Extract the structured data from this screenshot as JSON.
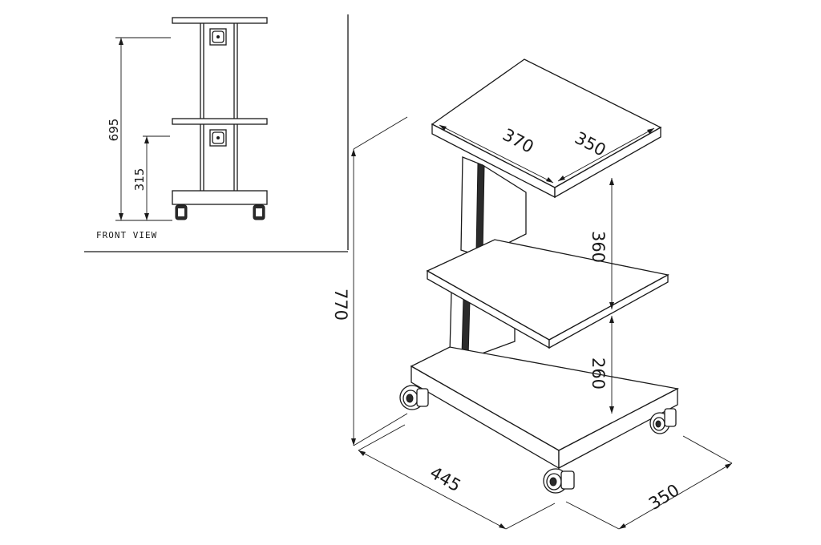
{
  "front_view": {
    "label": "FRONT VIEW",
    "dim_upper_shelf": "695",
    "dim_lower_shelf": "315"
  },
  "iso_view": {
    "dim_total_height": "770",
    "dim_top_depth": "370",
    "dim_top_width": "350",
    "dim_upper_gap": "360",
    "dim_lower_gap": "260",
    "dim_base_length": "445",
    "dim_base_width": "350"
  }
}
